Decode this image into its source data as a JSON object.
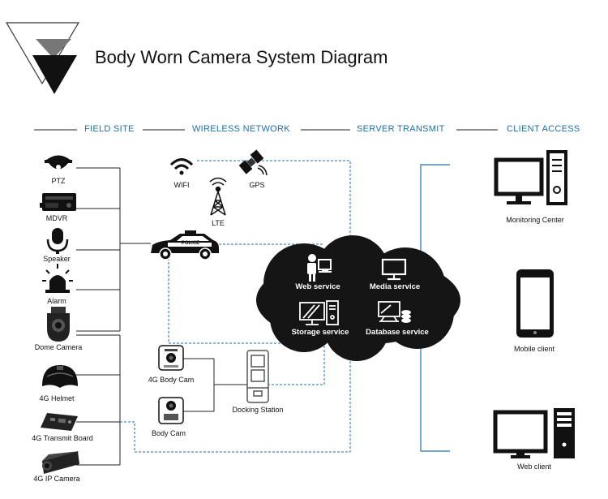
{
  "title": "Body Worn Camera System Diagram",
  "sections": {
    "field_site": "FIELD SITE",
    "wireless_network": "WIRELESS NETWORK",
    "server_transmit": "SERVER TRANSMIT",
    "client_access": "CLIENT ACCESS"
  },
  "field_devices": {
    "ptz": "PTZ",
    "mdvr": "MDVR",
    "speaker": "Speaker",
    "alarm": "Alarm",
    "dome_camera": "Dome Camera",
    "helmet": "4G Helmet",
    "transmit_board": "4G Transmit Board",
    "ip_camera": "4G IP Camera"
  },
  "wireless": {
    "wifi": "WIFI",
    "gps": "GPS",
    "lte": "LTE",
    "police_text": "POLICE"
  },
  "body_cams": {
    "body_cam_4g": "4G Body Cam",
    "body_cam": "Body Cam",
    "docking_station": "Docking Station"
  },
  "cloud": {
    "web_service": "Web service",
    "media_service": "Media service",
    "storage_service": "Storage service",
    "database_service": "Database service"
  },
  "clients": {
    "monitoring_center": "Monitoring Center",
    "mobile_client": "Mobile client",
    "web_client": "Web client"
  },
  "colors": {
    "accent": "#1f6fa8",
    "line": "#1c1c1c",
    "cloud": "#151515"
  }
}
